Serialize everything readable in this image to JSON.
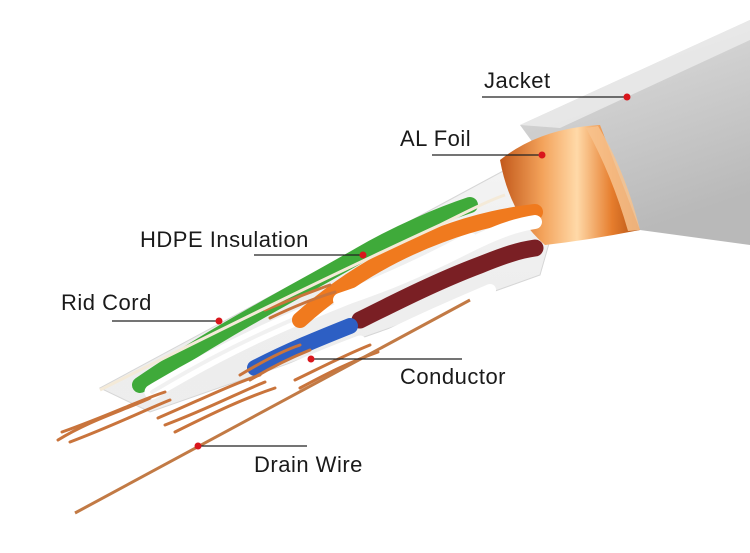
{
  "labels": {
    "jacket": "Jacket",
    "al_foil": "AL Foil",
    "hdpe_insulation": "HDPE Insulation",
    "rid_cord": "Rid Cord",
    "conductor": "Conductor",
    "drain_wire": "Drain Wire"
  },
  "colors": {
    "jacket": "#c9c9c9",
    "foil": "#e07a2c",
    "copper": "#c9743c",
    "pair_green": "#3faa3a",
    "pair_orange": "#f07a1e",
    "pair_brown": "#7a1f24",
    "pair_blue": "#2d5fc4",
    "leader_line": "#222222",
    "marker_dot": "#d9161c"
  }
}
